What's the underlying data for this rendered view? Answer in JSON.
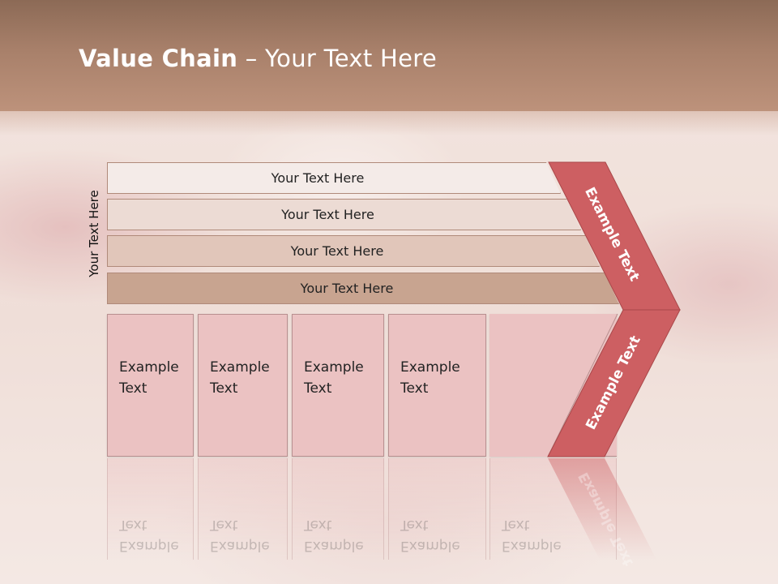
{
  "slide": {
    "title_bold": "Value Chain",
    "title_rest": " – Your Text Here",
    "vertical_label": "Your Text Here"
  },
  "rows": [
    {
      "label": "Your Text Here",
      "color": "#f4ebe8"
    },
    {
      "label": "Your Text Here",
      "color": "#ecdbd4"
    },
    {
      "label": "Your Text Here",
      "color": "#e1c6ba"
    },
    {
      "label": "Your Text Here",
      "color": "#c8a490"
    }
  ],
  "boxes": [
    {
      "text": "Example\nText"
    },
    {
      "text": "Example\nText"
    },
    {
      "text": "Example\nText"
    },
    {
      "text": "Example\nText"
    },
    {
      "text": "Example\nText"
    }
  ],
  "arrow": {
    "top_text": "Example Text",
    "bottom_text": "Example Text",
    "color": "#cd5f62"
  }
}
